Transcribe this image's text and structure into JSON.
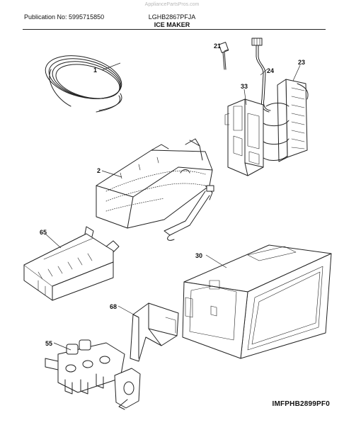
{
  "header": {
    "watermark": "AppliancePartsPros.com",
    "publication": "Publication No: 5995715850",
    "model": "LGHB2867PFJA",
    "section_title": "ICE MAKER"
  },
  "footer": {
    "diagram_id": "IMFPHB2899PF0"
  },
  "parts": [
    {
      "key": "p1",
      "number": "1"
    },
    {
      "key": "p21",
      "number": "21"
    },
    {
      "key": "p24",
      "number": "24"
    },
    {
      "key": "p23",
      "number": "23"
    },
    {
      "key": "p33",
      "number": "33"
    },
    {
      "key": "p2",
      "number": "2"
    },
    {
      "key": "p65",
      "number": "65"
    },
    {
      "key": "p30",
      "number": "30"
    },
    {
      "key": "p68",
      "number": "68"
    },
    {
      "key": "p55",
      "number": "55"
    }
  ]
}
